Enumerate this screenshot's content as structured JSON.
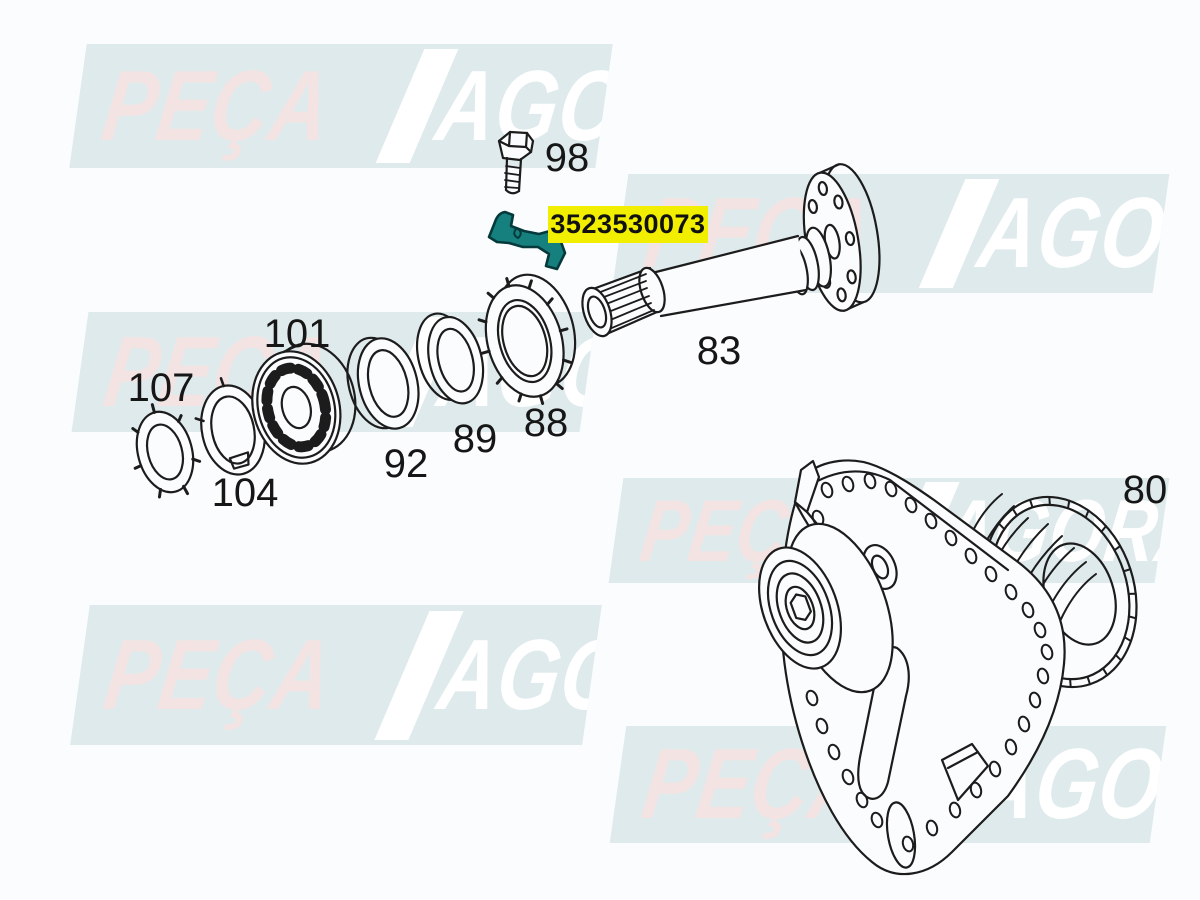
{
  "watermark": {
    "word1": "PEÇA",
    "word2": "AGORA",
    "band_color": "#dfeaec",
    "word1_color": "#f3e4e3",
    "word2_color": "#ffffff",
    "band_count": 6
  },
  "highlight": {
    "part_number": "3523530073",
    "highlight_color": "#f2ee00",
    "text_color": "#111111",
    "part_fill_color": "#15807e"
  },
  "labels": {
    "l98": "98",
    "l101": "101",
    "l107": "107",
    "l104": "104",
    "l92": "92",
    "l89": "89",
    "l88": "88",
    "l83": "83",
    "l80": "80"
  }
}
